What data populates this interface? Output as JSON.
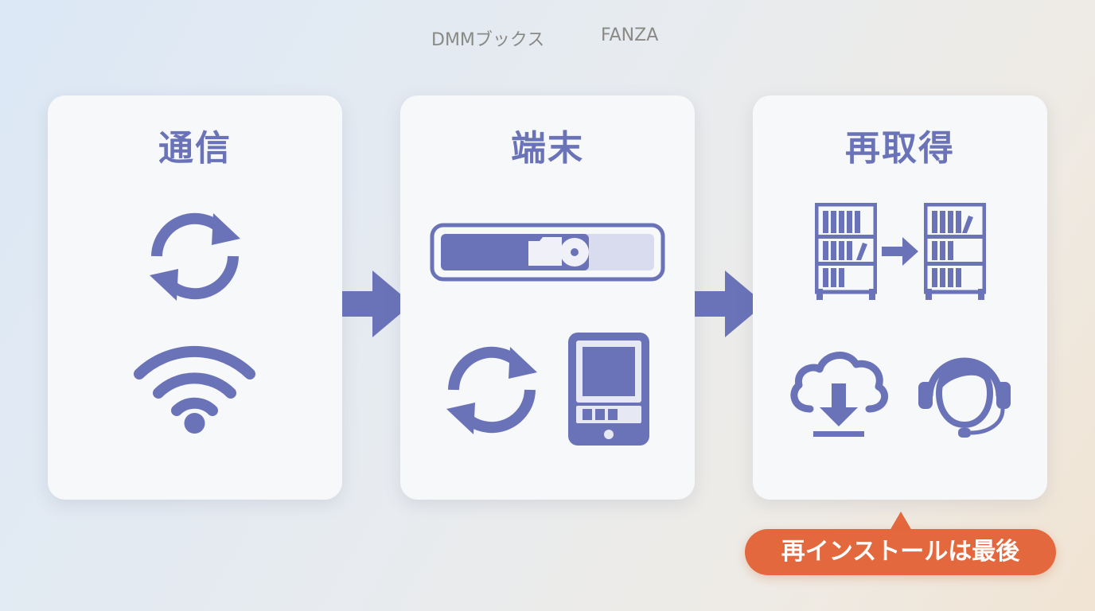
{
  "header": {
    "labels": [
      "DMMブックス",
      "FANZA"
    ]
  },
  "steps": [
    {
      "title": "通信",
      "icons": [
        "sync-icon",
        "wifi-icon"
      ]
    },
    {
      "title": "端末",
      "icons": [
        "storage-bar-icon",
        "folder-icon",
        "disc-icon",
        "sync-icon",
        "tablet-icon"
      ]
    },
    {
      "title": "再取得",
      "icons": [
        "bookshelf-icon",
        "arrow-right-icon",
        "bookshelf-icon",
        "cloud-download-icon",
        "support-headset-icon"
      ]
    }
  ],
  "callout": {
    "text": "再インストールは最後"
  },
  "colors": {
    "accent": "#6a73b8",
    "card": "#f7f8fa",
    "callout": "#e4683d",
    "muted_text": "#8a8986"
  }
}
